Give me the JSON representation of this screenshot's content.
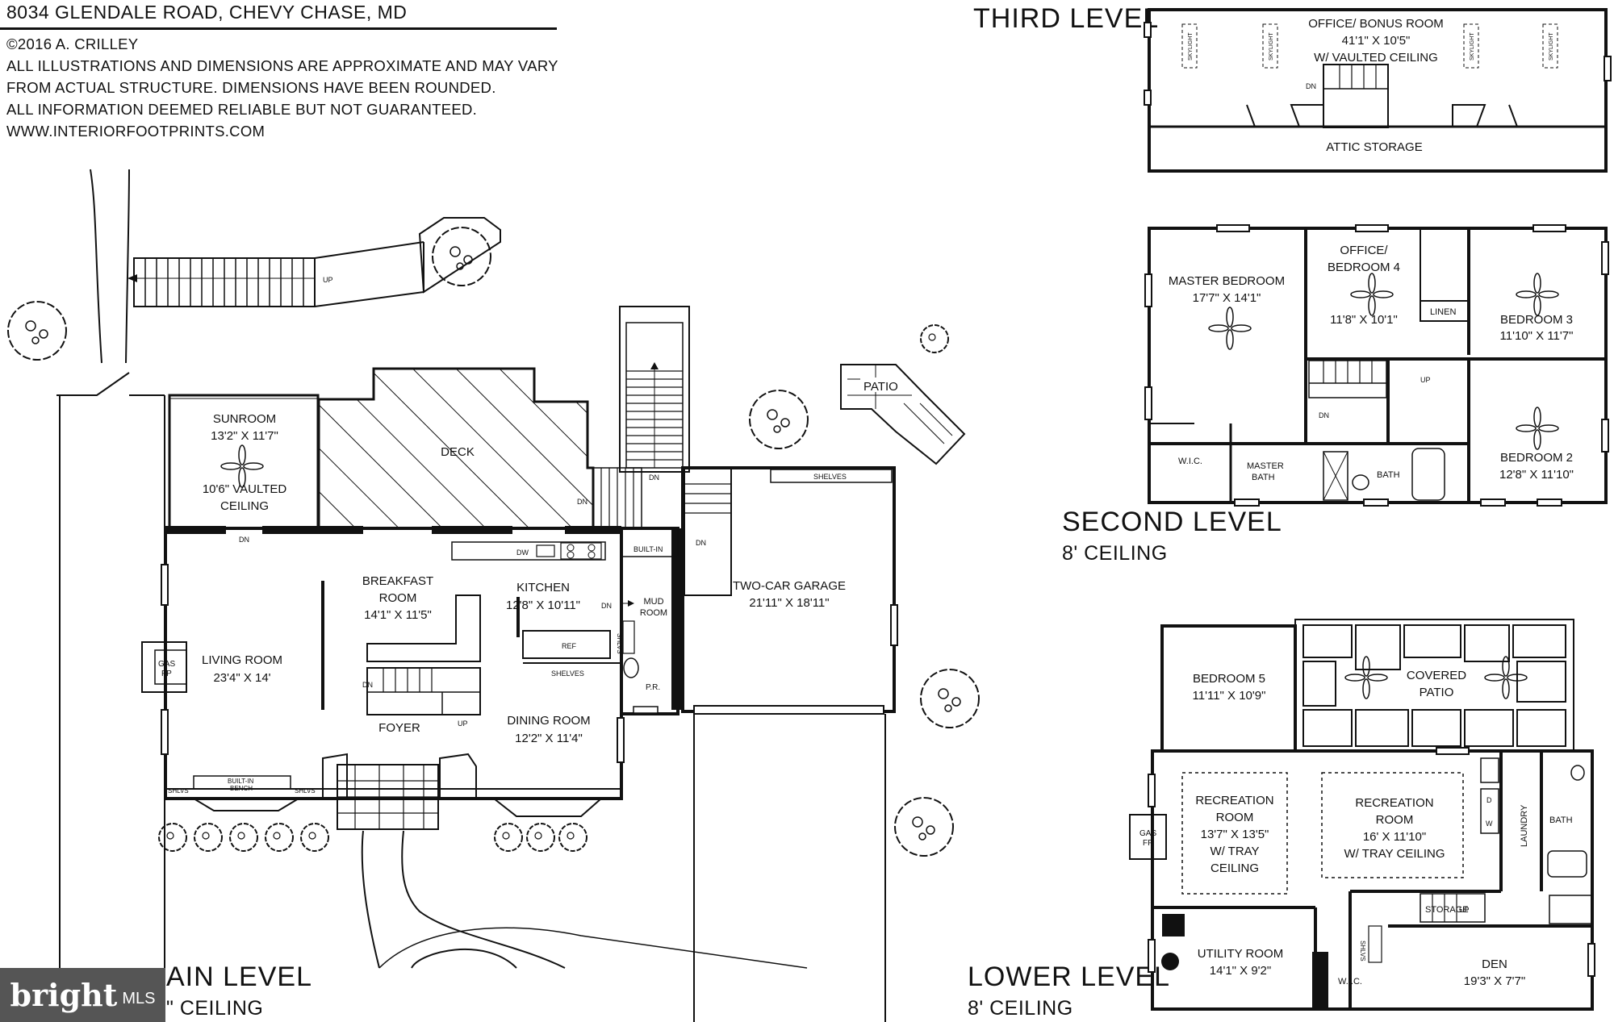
{
  "header": {
    "address": "8034 GLENDALE ROAD, CHEVY CHASE, MD",
    "copyright": "©2016 A. CRILLEY",
    "disclaimer": [
      "ALL ILLUSTRATIONS AND DIMENSIONS ARE APPROXIMATE AND MAY VARY",
      "FROM ACTUAL STRUCTURE. DIMENSIONS HAVE BEEN ROUNDED.",
      "ALL INFORMATION DEEMED RELIABLE BUT NOT GUARANTEED."
    ],
    "website": "WWW.INTERIORFOOTPRINTS.COM"
  },
  "levels": {
    "main": {
      "title": "AIN LEVEL",
      "subtitle": "\" CEILING"
    },
    "third": {
      "title": "THIRD LEVEL"
    },
    "second": {
      "title": "SECOND LEVEL",
      "subtitle": "8' CEILING"
    },
    "lower": {
      "title": "LOWER LEVEL",
      "subtitle": "8' CEILING"
    }
  },
  "rooms": {
    "sunroom": [
      "SUNROOM",
      "13'2\" X 11'7\"",
      "10'6\" VAULTED",
      "CEILING"
    ],
    "deck": [
      "DECK"
    ],
    "breakfast": [
      "BREAKFAST",
      "ROOM",
      "14'1\" X 11'5\""
    ],
    "kitchen": [
      "KITCHEN",
      "12'8\" X 10'11\""
    ],
    "living": [
      "LIVING ROOM",
      "23'4\" X 14'"
    ],
    "foyer": [
      "FOYER"
    ],
    "dining": [
      "DINING ROOM",
      "12'2\" X 11'4\""
    ],
    "mudroom": [
      "MUD",
      "ROOM"
    ],
    "garage": [
      "TWO-CAR GARAGE",
      "21'11\" X 18'11\""
    ],
    "patio": [
      "PATIO"
    ],
    "office_bonus": [
      "OFFICE/ BONUS ROOM",
      "41'1\" X 10'5\"",
      "W/ VAULTED CEILING"
    ],
    "attic": [
      "ATTIC STORAGE"
    ],
    "master_bedroom": [
      "MASTER BEDROOM",
      "17'7\" X 14'1\""
    ],
    "office_bedroom4": [
      "OFFICE/",
      "BEDROOM 4",
      "11'8\" X 10'1\""
    ],
    "bedroom3": [
      "BEDROOM 3",
      "11'10\" X 11'7\""
    ],
    "bedroom2": [
      "BEDROOM 2",
      "12'8\" X 11'10\""
    ],
    "bedroom5": [
      "BEDROOM 5",
      "11'11\" X 10'9\""
    ],
    "covered_patio": [
      "COVERED",
      "PATIO"
    ],
    "rec1": [
      "RECREATION",
      "ROOM",
      "13'7\" X 13'5\"",
      "W/ TRAY",
      "CEILING"
    ],
    "rec2": [
      "RECREATION",
      "ROOM",
      "16' X 11'10\"",
      "W/ TRAY CEILING"
    ],
    "utility": [
      "UTILITY ROOM",
      "14'1\" X 9'2\""
    ],
    "den": [
      "DEN",
      "19'3\" X 7'7\""
    ]
  },
  "labels": {
    "dn": "DN",
    "up": "UP",
    "shelves": "SHELVES",
    "builtin": "BUILT-IN",
    "builtin_bench": [
      "BUILT-IN",
      "BENCH"
    ],
    "shlvs": "SHLVS",
    "dw": "DW",
    "ref": "REF",
    "pr": "P.R.",
    "gasfp": [
      "GAS",
      "FP"
    ],
    "skylight": "SKYLIGHT",
    "linen": "LINEN",
    "wic": "W.I.C.",
    "master_bath": [
      "MASTER",
      "BATH"
    ],
    "bath": "BATH",
    "storage": "STORAGE",
    "laundry": "LAUNDRY",
    "d": "D",
    "w": "W"
  },
  "badge": {
    "brand": "bright",
    "suffix": "MLS"
  }
}
